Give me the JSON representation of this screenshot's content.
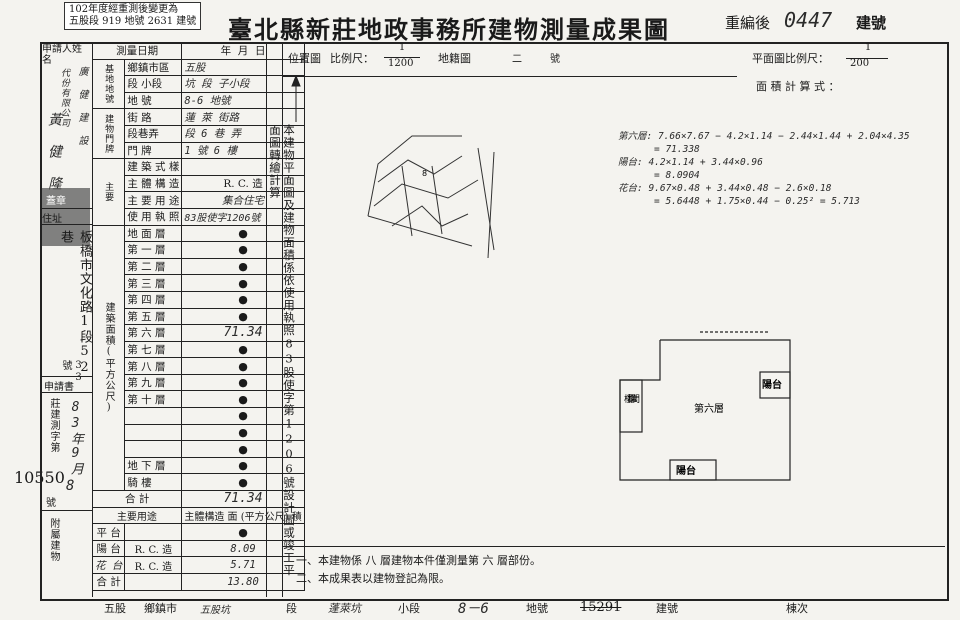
{
  "header": {
    "stamp_line1": "102年度經重測後變更為",
    "stamp_line2": "五股段 919 地號 2631 建號",
    "title": "臺北縣新莊地政事務所建物測量成果圖",
    "renumber_label": "重編後",
    "renumber_value": "0447",
    "renumber_suffix": "建號",
    "left_number": "10550"
  },
  "left_panel": {
    "applicant_label": "申請人姓名",
    "applicant_company": "代份有限公司",
    "applicant_company_a": "廣 健 建 設",
    "applicant_person": "黃 健 隆",
    "seal_label": "蓋章",
    "address_label": "住址",
    "address_value": "板橋市文化路1段52巷",
    "address_value2": "33號",
    "app_doc_label": "申請書",
    "app_doc_value": "莊建測字第",
    "app_doc_date": "83年9月",
    "doc_no_label": "號",
    "doc_no_value": "8"
  },
  "form": {
    "survey_date_label": "測量日期",
    "year": "年",
    "month": "月",
    "day": "日",
    "base_label": "基地地號",
    "base_rows": [
      {
        "label": "鄉鎮市區",
        "value": "五股"
      },
      {
        "label": "段 小段",
        "value": "坑 段  子小段"
      },
      {
        "label": "地   號",
        "value": "8-6    地號"
      }
    ],
    "door_label": "建物門牌",
    "door_rows": [
      {
        "label": "街   路",
        "value": "蓮 萊   街路"
      },
      {
        "label": "段巷弄",
        "value": "段 6 巷   弄"
      },
      {
        "label": "門   牌",
        "value": "1 號 6 樓"
      }
    ],
    "main_label": "主要",
    "main_rows": [
      {
        "label": "建 築 式 樣",
        "value": ""
      },
      {
        "label": "主 體 構 造",
        "value": "R. C. 造"
      },
      {
        "label": "主 要 用 途",
        "value": "集合住宅"
      },
      {
        "label": "使 用 執 照",
        "value": "83股使字1206號"
      }
    ],
    "area_label": "建築面積(平方公尺)",
    "floors": [
      {
        "name": "地 面 層",
        "value": "●"
      },
      {
        "name": "第 一 層",
        "value": "●"
      },
      {
        "name": "第 二 層",
        "value": "●"
      },
      {
        "name": "第 三 層",
        "value": "●"
      },
      {
        "name": "第 四 層",
        "value": "●"
      },
      {
        "name": "第 五 層",
        "value": "●"
      },
      {
        "name": "第 六 層",
        "value": "71.34"
      },
      {
        "name": "第 七 層",
        "value": "●"
      },
      {
        "name": "第 八 層",
        "value": "●"
      },
      {
        "name": "第 九 層",
        "value": "●"
      },
      {
        "name": "第 十 層",
        "value": "●"
      },
      {
        "name": "",
        "value": "●"
      },
      {
        "name": "",
        "value": "●"
      },
      {
        "name": "",
        "value": "●"
      },
      {
        "name": "地 下 層",
        "value": "●"
      },
      {
        "name": "騎   樓",
        "value": "●"
      }
    ],
    "total_label": "合     計",
    "total_value": "71.34",
    "attached_label": "附屬建物",
    "attached_head": [
      "主要用途",
      "主體構造",
      "面  (平方公尺)  積"
    ],
    "attached_rows": [
      {
        "use": "平 台",
        "struct": "",
        "area": "●"
      },
      {
        "use": "陽 台",
        "struct": "R. C. 造",
        "area": "8.09"
      },
      {
        "use": "花 台",
        "struct": "R. C. 造",
        "area": "5.71"
      },
      {
        "use": "合 計",
        "struct": "",
        "area": "13.80"
      }
    ]
  },
  "middle_text": "本建物平面圖及建物面積係依使用執照83股使字第1206號設計圖或竣工平面圖轉繪計算",
  "location_map": {
    "label": "位置圖",
    "scale_label": "比例尺：",
    "scale_num": "1",
    "scale_den": "1200",
    "cadastral_label": "地籍圖",
    "cadastral_value": "二",
    "number_label": "號"
  },
  "plan": {
    "scale_label": "平面圖比例尺：",
    "scale_num": "1",
    "scale_den": "200",
    "calc_label": "面 積 計 算 式 ：",
    "calc_lines": [
      "第六層: 7.66×7.67 − 4.2×1.14 − 2.44×1.44 + 2.04×4.35",
      "= 71.338",
      "陽台: 4.2×1.14 + 3.44×0.96",
      "= 8.0904",
      "花台: 9.67×0.48 + 3.44×0.48 − 2.6×0.18",
      "= 5.6448 + 1.75×0.44 − 0.25² = 5.713"
    ],
    "room_floor": "第六層",
    "room_stair": "樓梯間",
    "balcony1": "陽台",
    "balcony2": "陽台"
  },
  "notes": [
    "一、本建物係  八  層建物本件僅測量第  六  層部份。",
    "二、本成果表以建物登記為限。"
  ],
  "footer": {
    "district": "五股",
    "district_label": "鄉鎮市",
    "sub": "五股坑",
    "section_label": "段",
    "subsection": "蓬萊坑",
    "subsection_label": "小段",
    "lot": "8－6",
    "lot_label": "地號",
    "bldg": "15291",
    "bldg_label": "建號",
    "unit_label": "棟次"
  }
}
